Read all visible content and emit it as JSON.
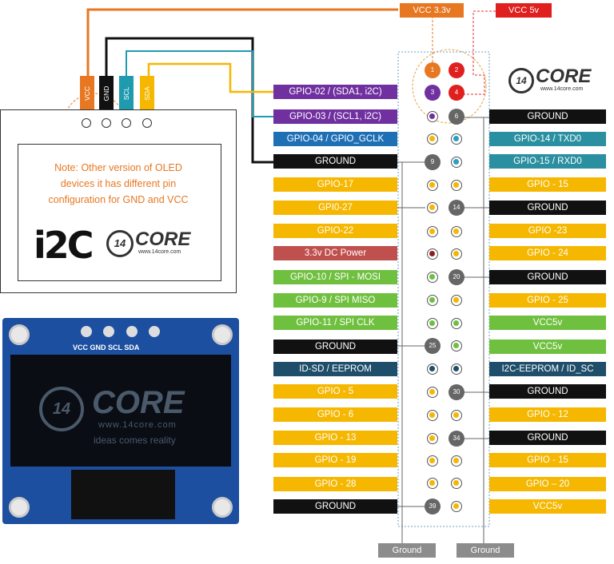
{
  "top_tags": {
    "vcc33": "VCC 3.3v",
    "vcc5": "VCC 5v"
  },
  "oled_pins": [
    {
      "label": "VCC",
      "color": "#e87722"
    },
    {
      "label": "GND",
      "color": "#111111"
    },
    {
      "label": "SCL",
      "color": "#1f9bb0"
    },
    {
      "label": "SDA",
      "color": "#f5b700"
    }
  ],
  "note": "Note: Other version of OLED devices it has different pin configuration for GND and VCC",
  "logo": {
    "number": "14",
    "word": "CORE",
    "site": "www.14core.com",
    "tagline": "ideas comes reality",
    "i2c": "i2C"
  },
  "module_header": "VCC GND SCL SDA",
  "left_labels": [
    {
      "text": "GPIO-02 / (SDA1, i2C)",
      "bg": "#7030a0"
    },
    {
      "text": "GPIO-03 / (SCL1, i2C)",
      "bg": "#7030a0"
    },
    {
      "text": "GPIO-04 / GPIO_GCLK",
      "bg": "#1f6fb5"
    },
    {
      "text": "GROUND",
      "bg": "#111111"
    },
    {
      "text": "GPIO-17",
      "bg": "#f5b700"
    },
    {
      "text": "GPI0-27",
      "bg": "#f5b700"
    },
    {
      "text": "GPIO-22",
      "bg": "#f5b700"
    },
    {
      "text": "3.3v DC Power",
      "bg": "#c0504d"
    },
    {
      "text": "GPIO-10 / SPI - MOSI",
      "bg": "#70c040"
    },
    {
      "text": "GPIO-9 / SPI MISO",
      "bg": "#70c040"
    },
    {
      "text": "GPIO-11 / SPI CLK",
      "bg": "#70c040"
    },
    {
      "text": "GROUND",
      "bg": "#111111"
    },
    {
      "text": "ID-SD / EEPROM",
      "bg": "#1f4e6b"
    },
    {
      "text": "GPIO - 5",
      "bg": "#f5b700"
    },
    {
      "text": "GPIO - 6",
      "bg": "#f5b700"
    },
    {
      "text": "GPIO - 13",
      "bg": "#f5b700"
    },
    {
      "text": "GPIO - 19",
      "bg": "#f5b700"
    },
    {
      "text": "GPIO - 28",
      "bg": "#f5b700"
    },
    {
      "text": "GROUND",
      "bg": "#111111"
    }
  ],
  "right_labels": [
    {
      "text": "",
      "bg": ""
    },
    {
      "text": "",
      "bg": ""
    },
    {
      "text": "GROUND",
      "bg": "#111111"
    },
    {
      "text": "GPIO-14 / TXD0",
      "bg": "#2a8fa0"
    },
    {
      "text": "GPIO-15 / RXD0",
      "bg": "#2a8fa0"
    },
    {
      "text": "GPIO - 15",
      "bg": "#f5b700"
    },
    {
      "text": "GROUND",
      "bg": "#111111"
    },
    {
      "text": "GPIO -23",
      "bg": "#f5b700"
    },
    {
      "text": "GPIO - 24",
      "bg": "#f5b700"
    },
    {
      "text": "GROUND",
      "bg": "#111111"
    },
    {
      "text": "GPIO - 25",
      "bg": "#f5b700"
    },
    {
      "text": "VCC5v",
      "bg": "#70c040"
    },
    {
      "text": "VCC5v",
      "bg": "#70c040"
    },
    {
      "text": "I2C-EEPROM / ID_SC",
      "bg": "#1f4e6b"
    },
    {
      "text": "GROUND",
      "bg": "#111111"
    },
    {
      "text": "GPIO - 12",
      "bg": "#f5b700"
    },
    {
      "text": "GROUND",
      "bg": "#111111"
    },
    {
      "text": "GPIO - 15",
      "bg": "#f5b700"
    },
    {
      "text": "GPIO – 20",
      "bg": "#f5b700"
    },
    {
      "text": "VCC5v",
      "bg": "#f5b700"
    }
  ],
  "numbered_pins": {
    "p1": "1",
    "p2": "2",
    "p3": "3",
    "p4": "4",
    "p6": "6",
    "p9": "9",
    "p14": "14",
    "p20": "20",
    "p25": "25",
    "p30": "30",
    "p34": "34",
    "p39": "39"
  },
  "bottom_tags": {
    "left": "Ground",
    "right": "Ground"
  }
}
